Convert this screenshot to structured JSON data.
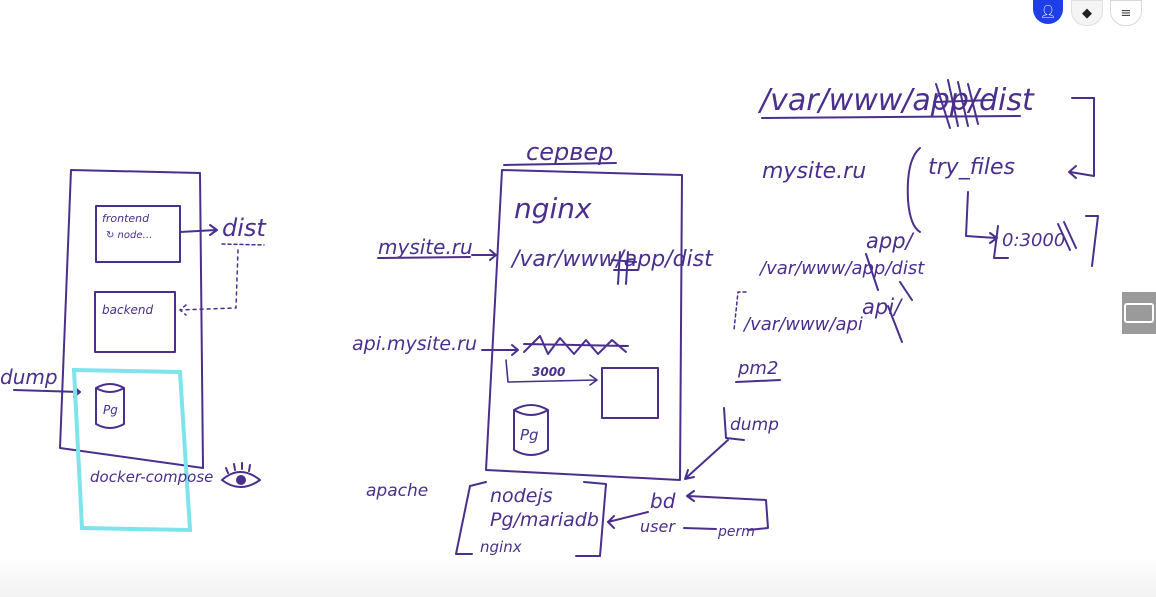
{
  "colors": {
    "ink": "#4a2f8c",
    "highlight": "#7fe3ec",
    "accent": "#1f3fe6"
  },
  "left_diagram": {
    "frontend": "frontend",
    "frontend_sub": "↻ node…",
    "dist": "dist",
    "backend": "backend",
    "dump": "dump",
    "pg": "Pg",
    "docker_compose": "docker-compose"
  },
  "server_diagram": {
    "title": "сервер",
    "nginx": "nginx",
    "mysite": "mysite.ru",
    "dist_path": "/var/www/app/dist",
    "api": "api.mysite.ru",
    "port": "3000",
    "pg": "Pg"
  },
  "install_list": {
    "apache": "apache",
    "nodejs": "nodejs",
    "pg_mariadb": "Pg/mariadb",
    "nginx": "nginx",
    "bd": "bd",
    "user": "user",
    "perm": "perm"
  },
  "right_notes": {
    "path": "/var/www/app/dist",
    "mysite": "mysite.ru",
    "try_files": "try_files",
    "proxy": "0:3000",
    "app": "app/",
    "app_dist": "/var/www/app/dist",
    "api": "api/",
    "api_path": "/var/www/api",
    "pm2": "pm2",
    "dump": "dump"
  },
  "toolbar": {
    "user_icon": "person-icon",
    "avatar_icon": "avatar-icon",
    "menu_icon": "menu-icon"
  }
}
